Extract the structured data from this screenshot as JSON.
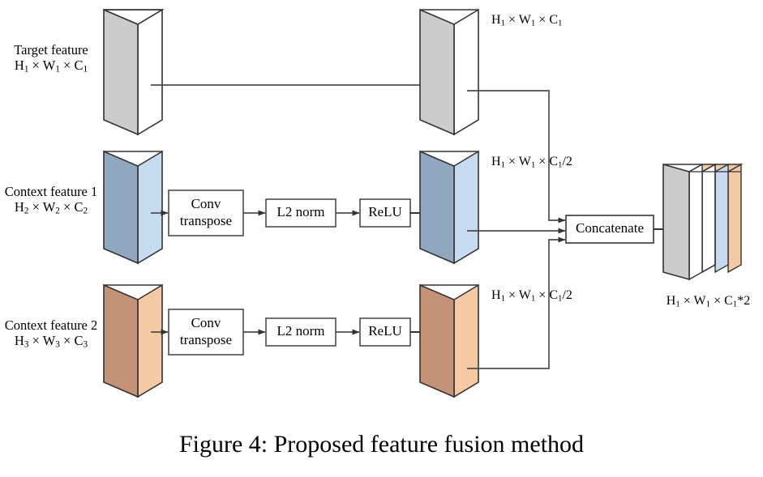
{
  "figure": {
    "caption": "Figure 4: Proposed feature fusion method"
  },
  "inputs": [
    {
      "id": "target-feature",
      "name": "Target feature",
      "dims_h": "H",
      "dims_h_sub": "1",
      "dims_w": "W",
      "dims_w_sub": "1",
      "dims_c": "C",
      "dims_c_sub": "1",
      "dims_suffix": "",
      "front_color": "#cccccc",
      "side_color": "#ffffff"
    },
    {
      "id": "context-feature-1",
      "name": "Context feature 1",
      "dims_h": "H",
      "dims_h_sub": "2",
      "dims_w": "W",
      "dims_w_sub": "2",
      "dims_c": "C",
      "dims_c_sub": "2",
      "dims_suffix": "",
      "front_color": "#8fa8c0",
      "side_color": "#c5dcf0"
    },
    {
      "id": "context-feature-2",
      "name": "Context feature 2",
      "dims_h": "H",
      "dims_h_sub": "3",
      "dims_w": "W",
      "dims_w_sub": "3",
      "dims_c": "C",
      "dims_c_sub": "3",
      "dims_suffix": "",
      "front_color": "#c49277",
      "side_color": "#f5c9a4"
    }
  ],
  "blocks": {
    "conv_transpose_1": "Conv\ntranspose",
    "conv_transpose_1_line1": "Conv",
    "conv_transpose_1_line2": "transpose",
    "l2norm_1": "L2 norm",
    "relu_1": "ReLU",
    "conv_transpose_2_line1": "Conv",
    "conv_transpose_2_line2": "transpose",
    "l2norm_2": "L2 norm",
    "relu_2": "ReLU",
    "concatenate": "Concatenate"
  },
  "intermediate": [
    {
      "id": "target-out",
      "label_h": "H",
      "label_h_sub": "1",
      "label_w": "W",
      "label_w_sub": "1",
      "label_c": "C",
      "label_c_sub": "1",
      "label_suffix": "",
      "front_color": "#cccccc",
      "side_color": "#ffffff"
    },
    {
      "id": "context1-out",
      "label_h": "H",
      "label_h_sub": "1",
      "label_w": "W",
      "label_w_sub": "1",
      "label_c": "C",
      "label_c_sub": "1",
      "label_suffix": "/2",
      "front_color": "#8fa8c0",
      "side_color": "#c5dcf0"
    },
    {
      "id": "context2-out",
      "label_h": "H",
      "label_h_sub": "1",
      "label_w": "W",
      "label_w_sub": "1",
      "label_c": "C",
      "label_c_sub": "1",
      "label_suffix": "/2",
      "front_color": "#c49277",
      "side_color": "#f5c9a4"
    }
  ],
  "output": {
    "id": "fused-output",
    "label_h": "H",
    "label_h_sub": "1",
    "label_w": "W",
    "label_w_sub": "1",
    "label_c": "C",
    "label_c_sub": "1",
    "label_suffix": "*2",
    "layer_colors": [
      "#cccccc",
      "#ffffff",
      "#c5dcf0",
      "#f5c9a4"
    ]
  },
  "symbols": {
    "times": "×"
  },
  "colors": {
    "stroke": "#4d4d4d",
    "stroke_dark": "#1a1a1a",
    "arrow": "#4d4d4d",
    "text": "#000000",
    "background": "#ffffff"
  }
}
